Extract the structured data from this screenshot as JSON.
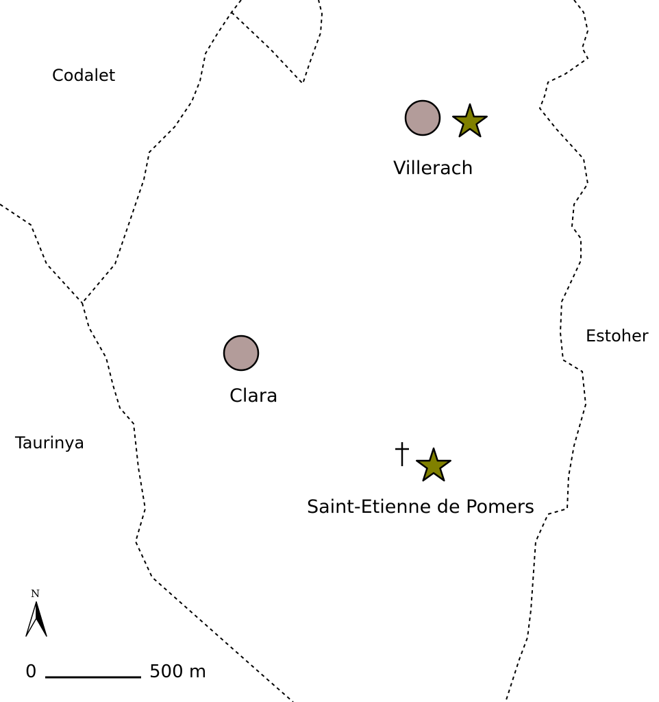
{
  "municipalities": [
    {
      "name": "Codalet"
    },
    {
      "name": "Estoher"
    },
    {
      "name": "Taurinya"
    }
  ],
  "villages": [
    {
      "name": "Villerach",
      "symbols": [
        "circle",
        "star"
      ]
    },
    {
      "name": "Clara",
      "symbols": [
        "circle"
      ]
    },
    {
      "name": "Saint-Etienne de Pomers",
      "symbols": [
        "cross",
        "star"
      ]
    }
  ],
  "symbols": {
    "circle_color": "#b39c9a",
    "star_color": "#808000",
    "outline_color": "#000000"
  },
  "north_arrow": {
    "label": "N"
  },
  "scale_bar": {
    "start": "0",
    "end": "500 m"
  }
}
